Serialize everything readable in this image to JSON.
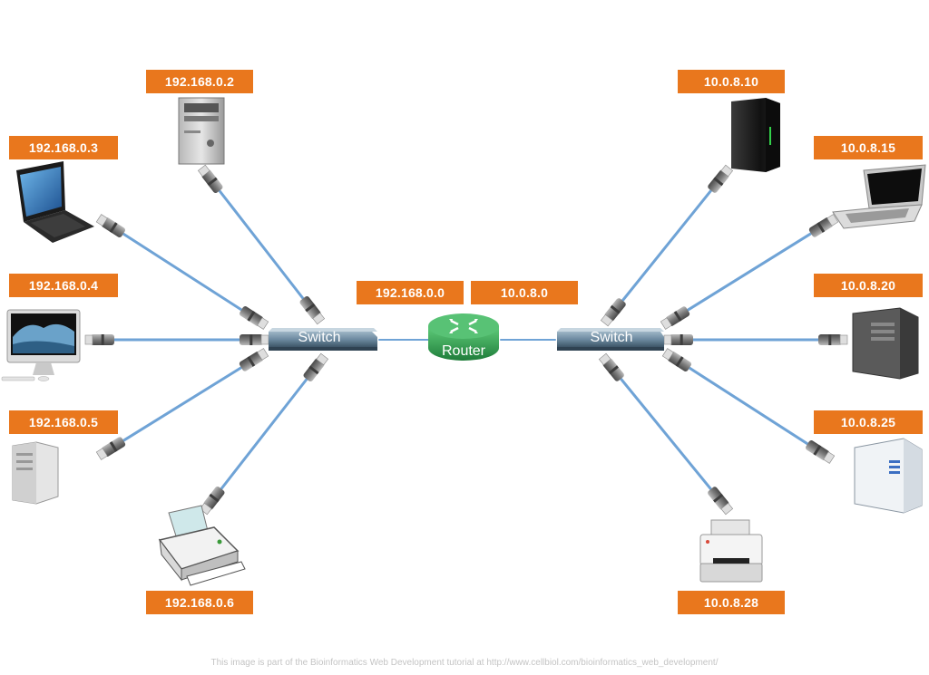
{
  "labels": {
    "left_net": "192.168.0.0",
    "right_net": "10.0.8.0",
    "switch_left": "Switch",
    "switch_right": "Switch",
    "router": "Router"
  },
  "left_devices": [
    {
      "ip": "192.168.0.2",
      "kind": "desktop-tower"
    },
    {
      "ip": "192.168.0.3",
      "kind": "laptop"
    },
    {
      "ip": "192.168.0.4",
      "kind": "imac"
    },
    {
      "ip": "192.168.0.5",
      "kind": "desktop-tower"
    },
    {
      "ip": "192.168.0.6",
      "kind": "printer"
    }
  ],
  "right_devices": [
    {
      "ip": "10.0.8.10",
      "kind": "server-tower"
    },
    {
      "ip": "10.0.8.15",
      "kind": "laptop"
    },
    {
      "ip": "10.0.8.20",
      "kind": "desktop-tower"
    },
    {
      "ip": "10.0.8.25",
      "kind": "desktop-tower"
    },
    {
      "ip": "10.0.8.28",
      "kind": "printer"
    }
  ],
  "footer": "This image is part of the Bioinformatics Web Development tutorial at http://www.cellbiol.com/bioinformatics_web_development/",
  "colors": {
    "label_bg": "#e9771d",
    "cable": "#6fa3d6",
    "router": "#3aa55a",
    "switch": "#5a7d94"
  }
}
